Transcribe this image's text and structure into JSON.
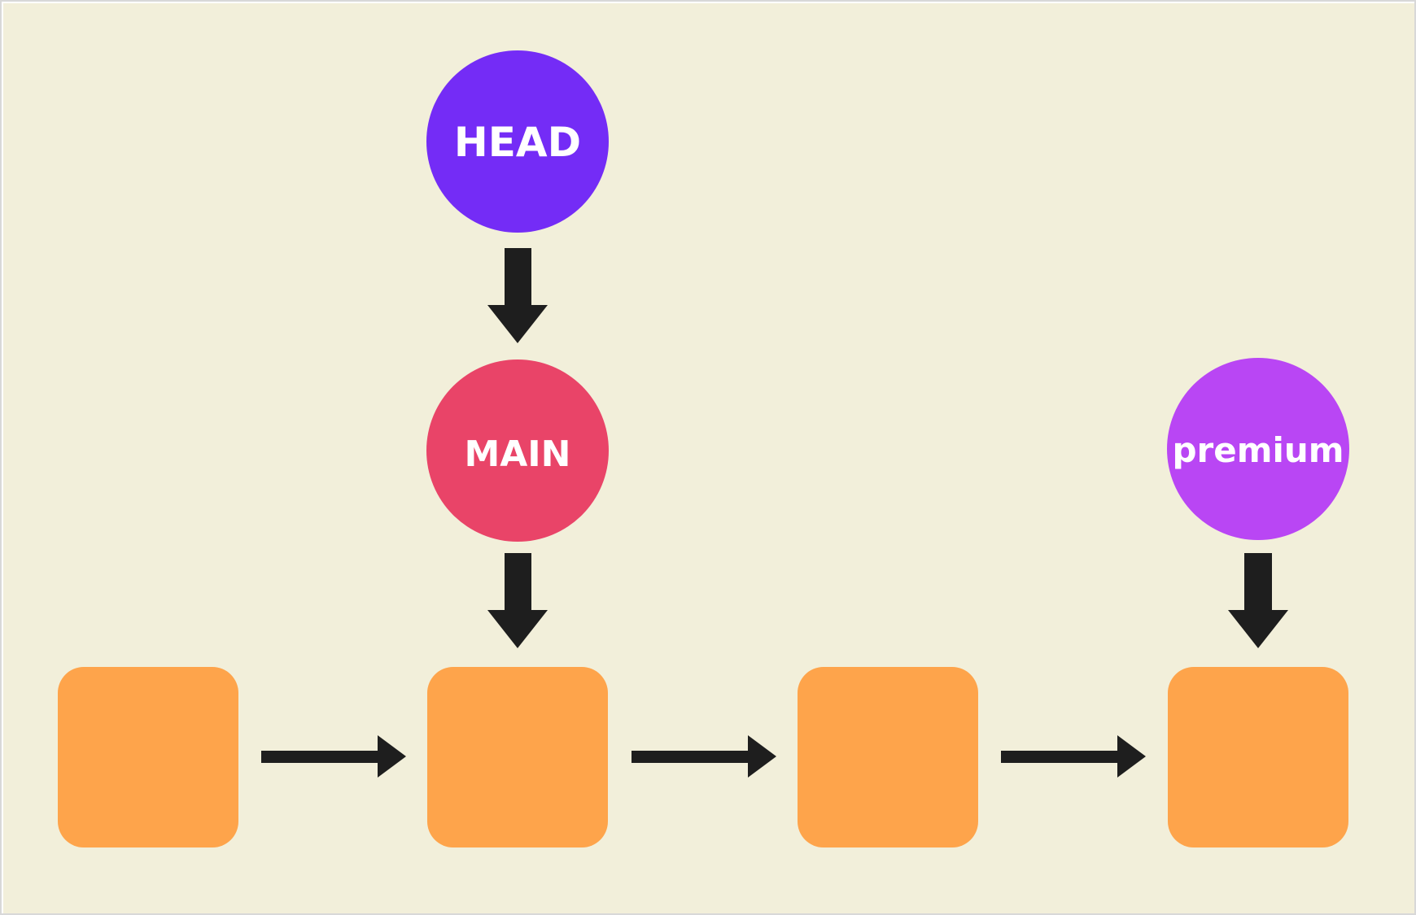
{
  "background_color": "#f2efda",
  "pointers": {
    "head": {
      "label": "HEAD",
      "color": "#742cf6"
    },
    "main": {
      "label": "MAIN",
      "color": "#e94468"
    },
    "premium": {
      "label": "premium",
      "color": "#b946f4"
    }
  },
  "commits": {
    "count": 4,
    "color": "#fea44b"
  },
  "arrow_color": "#1e1e1e"
}
